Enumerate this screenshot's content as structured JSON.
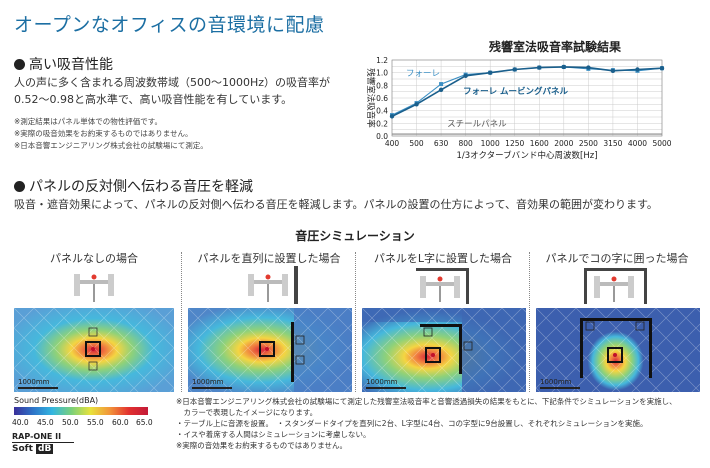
{
  "page": {
    "title": "オープンなオフィスの音環境に配慮"
  },
  "section1": {
    "heading": "高い吸音性能",
    "body_line1": "人の声に多く含まれる周波数帯域（500〜1000Hz）の吸音率が",
    "body_line2": "0.52〜0.98と高水準で、高い吸音性能を有しています。",
    "notes": [
      "※測定結果はパネル単体での物性評価です。",
      "※実際の吸音効果をお約束するものではありません。",
      "※日本音響エンジニアリング株式会社の試験場にて測定。"
    ]
  },
  "section2": {
    "heading": "パネルの反対側へ伝わる音圧を軽減",
    "body": "吸音・遮音効果によって、パネルの反対側へ伝わる音圧を軽減します。パネルの設置の仕方によって、音効果の範囲が変わります。"
  },
  "chart_data": {
    "type": "line",
    "title": "残響室法吸音率試験結果",
    "xlabel": "1/3オクターブバンド中心周波数[Hz]",
    "ylabel": "残響室法吸音率",
    "categories": [
      "400",
      "500",
      "630",
      "800",
      "1000",
      "1250",
      "1600",
      "2000",
      "2500",
      "3150",
      "4000",
      "5000"
    ],
    "ylim": [
      0.0,
      1.2
    ],
    "yticks": [
      "0.0",
      "0.1",
      "0.2",
      "0.3",
      "0.4",
      "0.5",
      "0.6",
      "0.7",
      "0.8",
      "0.9",
      "1.0",
      "1.1",
      "1.2"
    ],
    "grid": true,
    "series": [
      {
        "name": "フォーレ",
        "color": "#3b8fc4",
        "values": [
          0.33,
          0.52,
          0.82,
          0.97,
          1.0,
          1.05,
          1.08,
          1.09,
          1.06,
          1.04,
          1.03,
          1.07
        ]
      },
      {
        "name": "フォーレ ムービングパネル",
        "color": "#1a5f8c",
        "values": [
          0.31,
          0.5,
          0.73,
          0.95,
          1.0,
          1.05,
          1.08,
          1.09,
          1.08,
          1.03,
          1.05,
          1.07
        ]
      },
      {
        "name": "スチールパネル",
        "color": "#888888",
        "values": [
          0.03,
          0.03,
          0.03,
          0.03,
          0.03,
          0.03,
          0.03,
          0.03,
          0.03,
          0.03,
          0.03,
          0.03
        ]
      }
    ]
  },
  "simulation": {
    "title": "音圧シミュレーション",
    "panels": [
      {
        "label": "パネルなしの場合",
        "scale": "1000mm"
      },
      {
        "label": "パネルを直列に設置した場合",
        "scale": "1000mm"
      },
      {
        "label": "パネルをL字に設置した場合",
        "scale": "1000mm"
      },
      {
        "label": "パネルでコの字に囲った場合",
        "scale": "1000mm"
      }
    ],
    "legend_title": "Sound Pressure(dBA)",
    "legend_ticks": [
      "40.0",
      "45.0",
      "50.0",
      "55.0",
      "60.0",
      "65.0"
    ]
  },
  "brand": {
    "line1": "RAP-ONE II",
    "line2a": "Soft",
    "line2b": "dB"
  },
  "footnotes": [
    "※日本音響エンジニアリング株式会社の試験場にて測定した残響室法吸音率と音響透過損失の結果をもとに、下記条件でシミュレーションを実施し、",
    "　カラーで表現したイメージになります。",
    "・テーブル上に音源を設置。　・スタンダードタイプを直列に2台、L字型に4台、コの字型に9台設置し、それぞれシミュレーションを実施。",
    "・イスや着席する人間はシミュレーションに考慮しない。",
    "※実際の音効果をお約束するものではありません。"
  ]
}
